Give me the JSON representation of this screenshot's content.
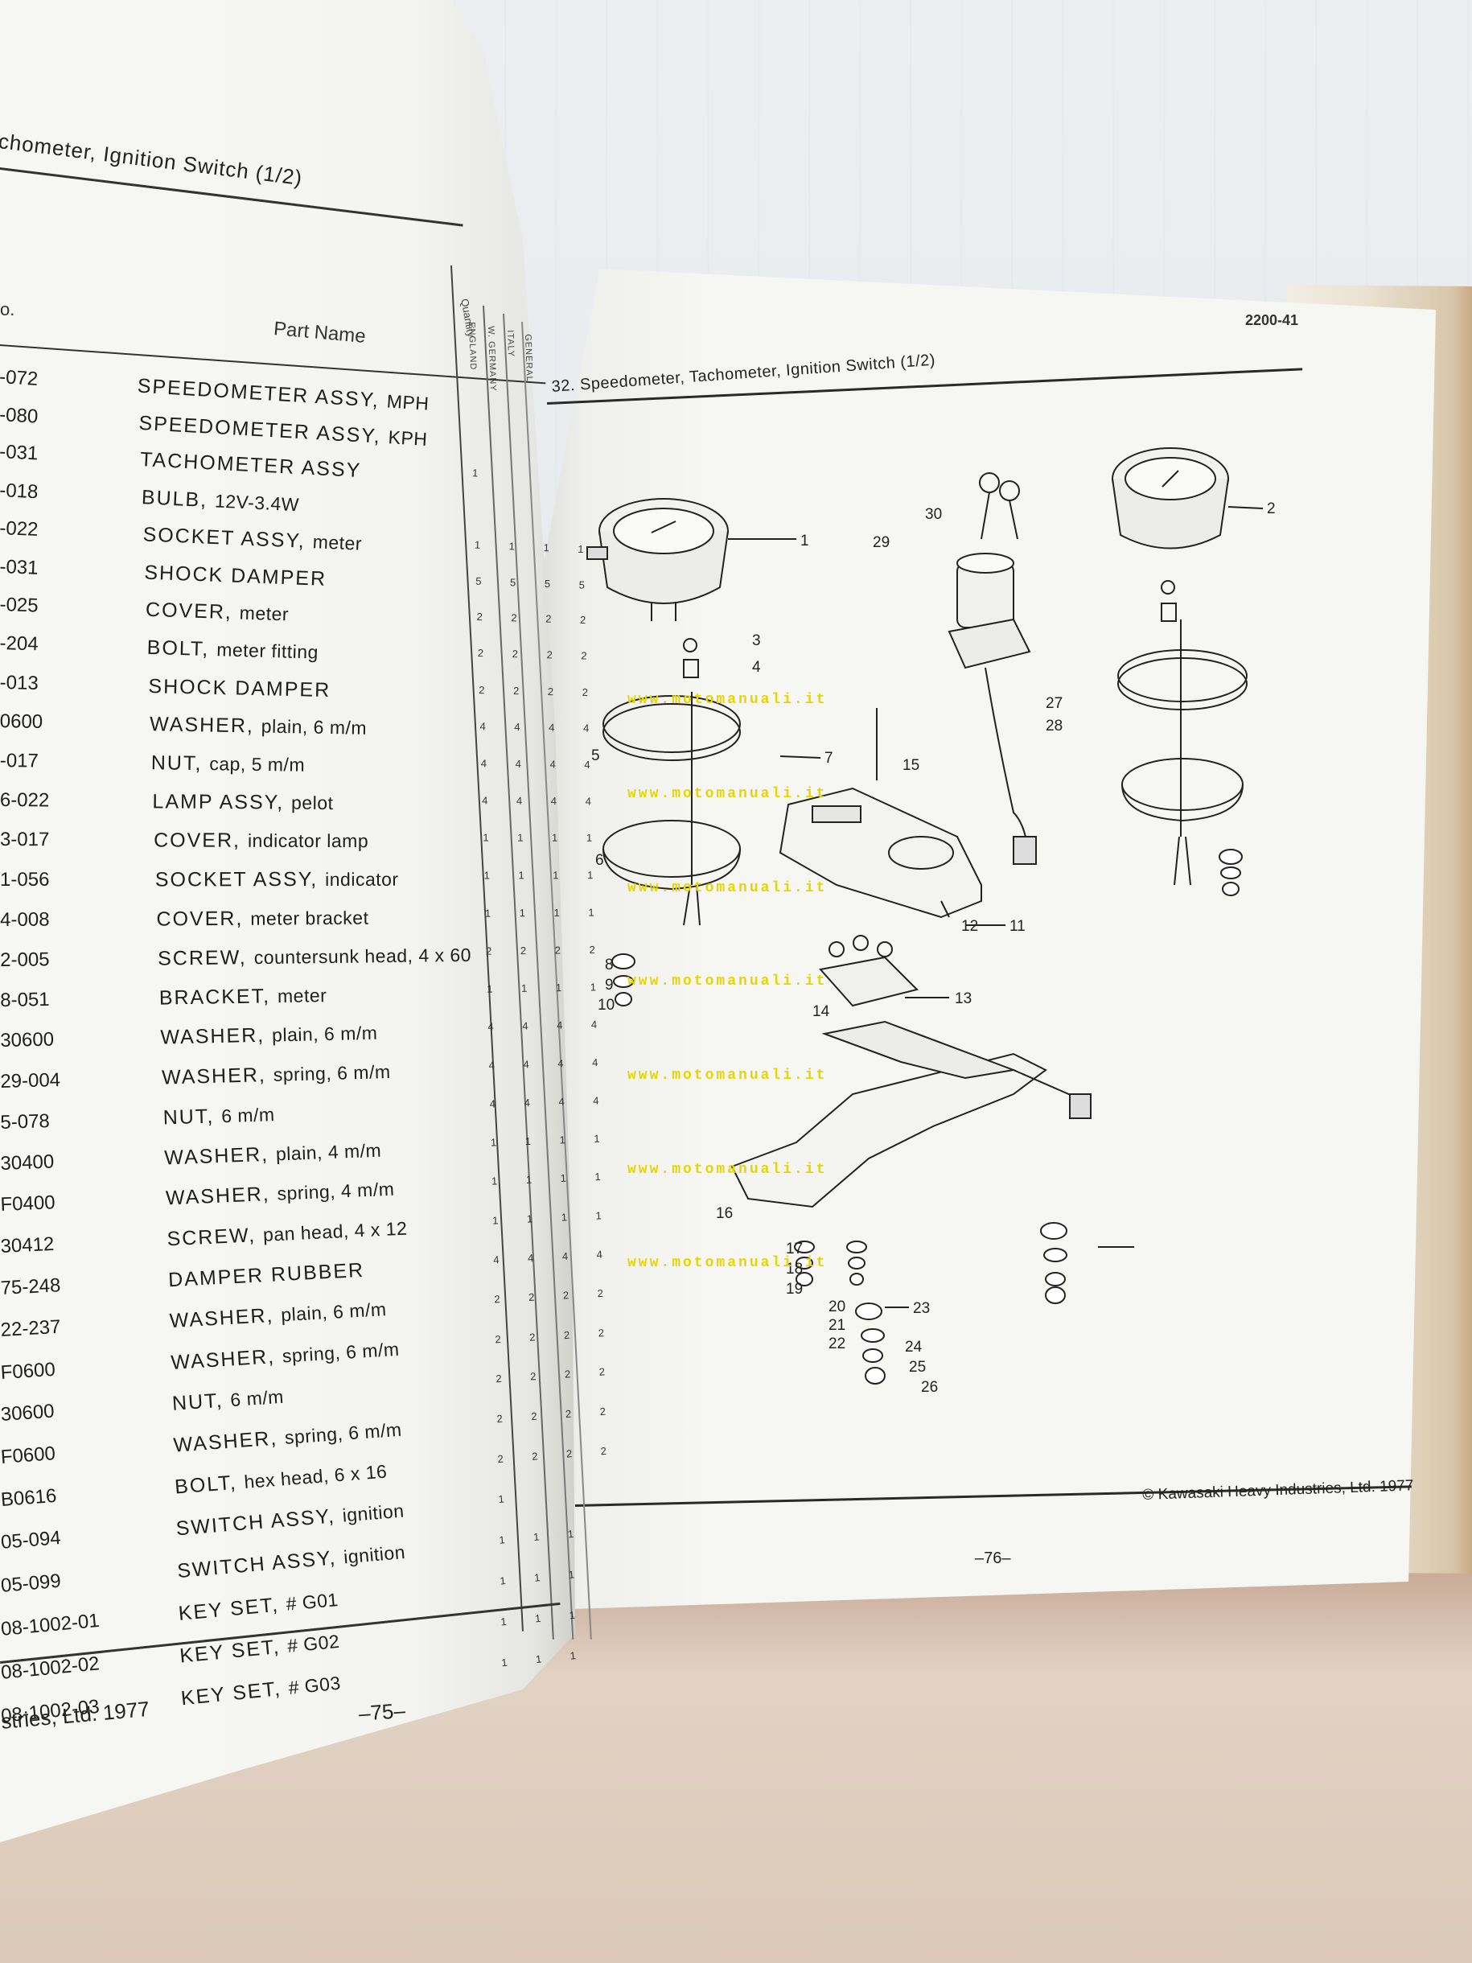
{
  "left_page": {
    "title": "chometer, Ignition Switch (1/2)",
    "header_no": "o.",
    "header_part_name": "Part Name",
    "header_quantity": "Quantity",
    "column_headers": [
      "ENGLAND",
      "W. GERMANY",
      "ITALY",
      "GENERAL"
    ],
    "rows": [
      {
        "no": "-072",
        "name": "SPEEDOMETER ASSY,",
        "sub": "MPH",
        "qty": ""
      },
      {
        "no": "-080",
        "name": "SPEEDOMETER ASSY,",
        "sub": "KPH",
        "qty": ""
      },
      {
        "no": "-031",
        "name": "TACHOMETER ASSY",
        "sub": "",
        "qty": "1"
      },
      {
        "no": "-018",
        "name": "BULB,",
        "sub": "12V-3.4W",
        "qty": ""
      },
      {
        "no": "-022",
        "name": "SOCKET ASSY,",
        "sub": "meter",
        "qty": "1 1 1 1"
      },
      {
        "no": "-031",
        "name": "SHOCK DAMPER",
        "sub": "",
        "qty": "5 5 5 5"
      },
      {
        "no": "-025",
        "name": "COVER,",
        "sub": "meter",
        "qty": "2 2 2 2"
      },
      {
        "no": "-204",
        "name": "BOLT,",
        "sub": "meter fitting",
        "qty": "2 2 2 2"
      },
      {
        "no": "-013",
        "name": "SHOCK DAMPER",
        "sub": "",
        "qty": "2 2 2 2"
      },
      {
        "no": "0600",
        "name": "WASHER,",
        "sub": "plain, 6 m/m",
        "qty": "4 4 4 4"
      },
      {
        "no": "-017",
        "name": "NUT,",
        "sub": "cap, 5 m/m",
        "qty": "4 4 4 4"
      },
      {
        "no": "6-022",
        "name": "LAMP ASSY,",
        "sub": "pelot",
        "qty": "4 4 4 4"
      },
      {
        "no": "3-017",
        "name": "COVER,",
        "sub": "indicator lamp",
        "qty": "1 1 1 1"
      },
      {
        "no": "1-056",
        "name": "SOCKET ASSY,",
        "sub": "indicator",
        "qty": "1 1 1 1"
      },
      {
        "no": "4-008",
        "name": "COVER,",
        "sub": "meter bracket",
        "qty": "1 1 1 1"
      },
      {
        "no": "2-005",
        "name": "SCREW,",
        "sub": "countersunk head, 4 x 60",
        "qty": "2 2 2 2"
      },
      {
        "no": "8-051",
        "name": "BRACKET,",
        "sub": "meter",
        "qty": "1 1 1 1"
      },
      {
        "no": "30600",
        "name": "WASHER,",
        "sub": "plain, 6 m/m",
        "qty": "4 4 4 4"
      },
      {
        "no": "29-004",
        "name": "WASHER,",
        "sub": "spring, 6 m/m",
        "qty": "4 4 4 4"
      },
      {
        "no": "5-078",
        "name": "NUT,",
        "sub": "6 m/m",
        "qty": "4 4 4 4"
      },
      {
        "no": "30400",
        "name": "WASHER,",
        "sub": "plain, 4 m/m",
        "qty": "1 1 1 1"
      },
      {
        "no": "F0400",
        "name": "WASHER,",
        "sub": "spring, 4 m/m",
        "qty": "1 1 1 1"
      },
      {
        "no": "30412",
        "name": "SCREW,",
        "sub": "pan head, 4 x 12",
        "qty": "1 1 1 1"
      },
      {
        "no": "75-248",
        "name": "DAMPER RUBBER",
        "sub": "",
        "qty": "4 4 4 4"
      },
      {
        "no": "22-237",
        "name": "WASHER,",
        "sub": "plain, 6 m/m",
        "qty": "2 2 2 2"
      },
      {
        "no": "F0600",
        "name": "WASHER,",
        "sub": "spring, 6 m/m",
        "qty": "2 2 2 2"
      },
      {
        "no": "30600",
        "name": "NUT,",
        "sub": "6 m/m",
        "qty": "2 2 2 2"
      },
      {
        "no": "F0600",
        "name": "WASHER,",
        "sub": "spring, 6 m/m",
        "qty": "2 2 2 2"
      },
      {
        "no": "B0616",
        "name": "BOLT,",
        "sub": "hex head, 6 x 16",
        "qty": "2 2 2 2"
      },
      {
        "no": "05-094",
        "name": "SWITCH ASSY,",
        "sub": "ignition",
        "qty": "1"
      },
      {
        "no": "05-099",
        "name": "SWITCH ASSY,",
        "sub": "ignition",
        "qty": "1 1 1"
      },
      {
        "no": "08-1002-01",
        "name": "KEY SET,",
        "sub": "# G01",
        "qty": "1 1 1"
      },
      {
        "no": "08-1002-02",
        "name": "KEY SET,",
        "sub": "# G02",
        "qty": "1 1 1"
      },
      {
        "no": "08-1002-03",
        "name": "KEY SET,",
        "sub": "# G03",
        "qty": "1 1 1"
      }
    ],
    "copyright": "stries, Ltd. 1977",
    "page_number": "–75–"
  },
  "right_page": {
    "code": "2200-41",
    "title": "32. Speedometer, Tachometer, Ignition Switch (1/2)",
    "copyright": "© Kawasaki Heavy Industries, Ltd. 1977",
    "page_number": "–76–",
    "watermark": "www.motomanuali.it",
    "callouts": [
      "1",
      "2",
      "3",
      "4",
      "5",
      "6",
      "7",
      "8",
      "9",
      "10",
      "11",
      "12",
      "13",
      "14",
      "15",
      "16",
      "17",
      "18",
      "19",
      "20",
      "21",
      "22",
      "23",
      "24",
      "25",
      "26",
      "27",
      "28",
      "29",
      "30"
    ]
  }
}
